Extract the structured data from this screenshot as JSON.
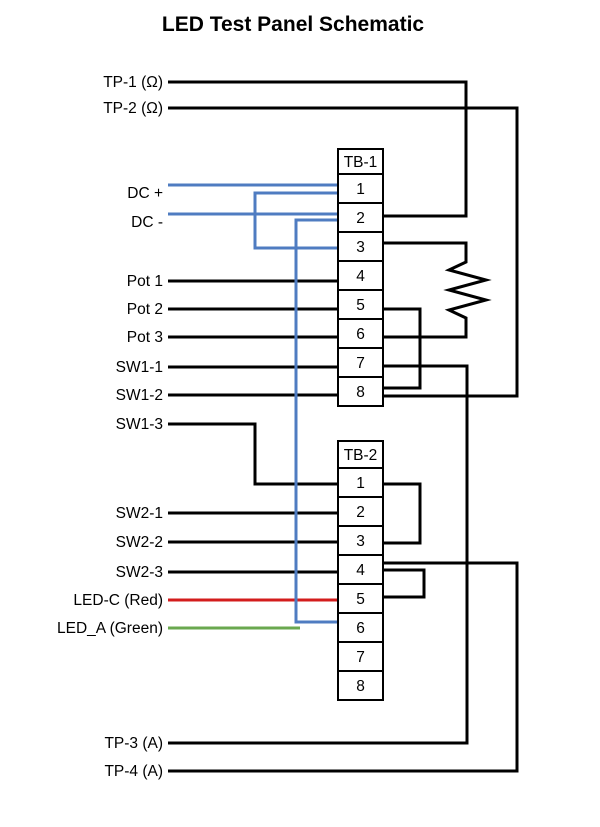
{
  "title": "LED Test Panel Schematic",
  "colors": {
    "wire": "#000000",
    "dc_wire": "#4f7cc1",
    "led_red": "#d31c1c",
    "led_green": "#6aa84f"
  },
  "labels": {
    "tp1": "TP-1 (Ω)",
    "tp2": "TP-2 (Ω)",
    "dc_plus": "DC +",
    "dc_minus": "DC -",
    "pot1": "Pot 1",
    "pot2": "Pot 2",
    "pot3": "Pot 3",
    "sw1_1": "SW1-1",
    "sw1_2": "SW1-2",
    "sw1_3": "SW1-3",
    "sw2_1": "SW2-1",
    "sw2_2": "SW2-2",
    "sw2_3": "SW2-3",
    "led_c": "LED-C (Red)",
    "led_a": "LED_A (Green)",
    "tp3": "TP-3 (A)",
    "tp4": "TP-4 (A)"
  },
  "terminal_blocks": {
    "tb1": {
      "name": "TB-1",
      "pins": [
        "1",
        "2",
        "3",
        "4",
        "5",
        "6",
        "7",
        "8"
      ]
    },
    "tb2": {
      "name": "TB-2",
      "pins": [
        "1",
        "2",
        "3",
        "4",
        "5",
        "6",
        "7",
        "8"
      ]
    }
  }
}
